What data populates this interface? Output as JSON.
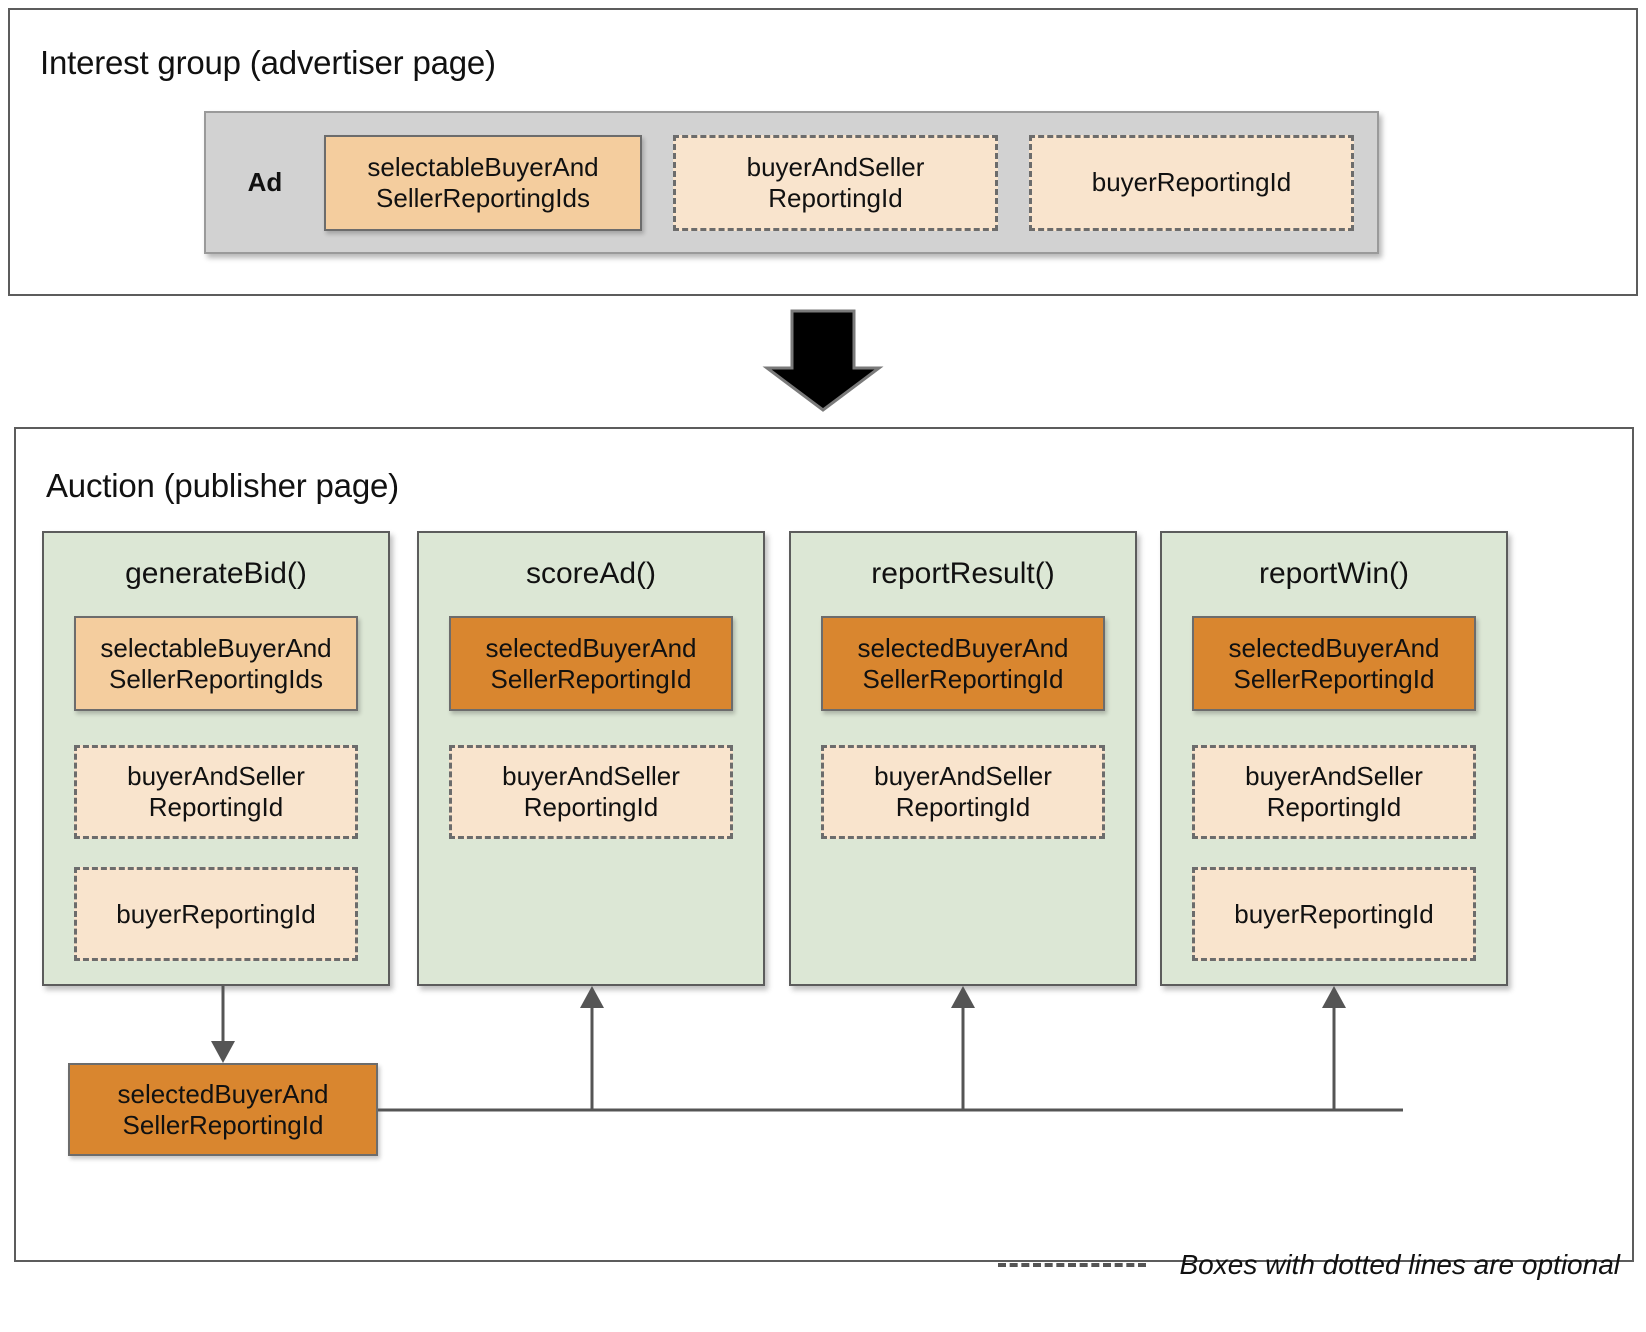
{
  "interest_group": {
    "title": "Interest group (advertiser page)",
    "ad_label": "Ad",
    "boxes": [
      {
        "label": "selectableBuyerAnd\nSellerReportingIds",
        "style": "solid-light"
      },
      {
        "label": "buyerAndSeller\nReportingId",
        "style": "dotted"
      },
      {
        "label": "buyerReportingId",
        "style": "dotted"
      }
    ]
  },
  "auction": {
    "title": "Auction (publisher page)",
    "columns": [
      {
        "name": "generateBid()",
        "slots": [
          {
            "label": "selectableBuyerAnd\nSellerReportingIds",
            "style": "solid-light"
          },
          {
            "label": "buyerAndSeller\nReportingId",
            "style": "dotted"
          },
          {
            "label": "buyerReportingId",
            "style": "dotted"
          }
        ]
      },
      {
        "name": "scoreAd()",
        "slots": [
          {
            "label": "selectedBuyerAnd\nSellerReportingId",
            "style": "solid-dark"
          },
          {
            "label": "buyerAndSeller\nReportingId",
            "style": "dotted"
          }
        ]
      },
      {
        "name": "reportResult()",
        "slots": [
          {
            "label": "selectedBuyerAnd\nSellerReportingId",
            "style": "solid-dark"
          },
          {
            "label": "buyerAndSeller\nReportingId",
            "style": "dotted"
          }
        ]
      },
      {
        "name": "reportWin()",
        "slots": [
          {
            "label": "selectedBuyerAnd\nSellerReportingId",
            "style": "solid-dark"
          },
          {
            "label": "buyerAndSeller\nReportingId",
            "style": "dotted"
          },
          {
            "label": "buyerReportingId",
            "style": "dotted"
          }
        ]
      }
    ],
    "output_box": {
      "label": "selectedBuyerAnd\nSellerReportingId",
      "style": "solid-dark"
    }
  },
  "legend": {
    "text": "Boxes with dotted lines are optional"
  },
  "colors": {
    "panel_border": "#5c5c5c",
    "ad_container_bg": "#d2d2d2",
    "column_bg": "#dce7d5",
    "solid_light": "#f4cd9e",
    "solid_dark": "#d9862f",
    "dotted_bg": "#f9e4cd",
    "box_border": "#6c6c6c",
    "connector": "#555555",
    "flow_arrow": "#000000"
  },
  "icons": {
    "flow_arrow": "down-arrow-icon",
    "connector_arrow": "arrow-head-icon"
  }
}
